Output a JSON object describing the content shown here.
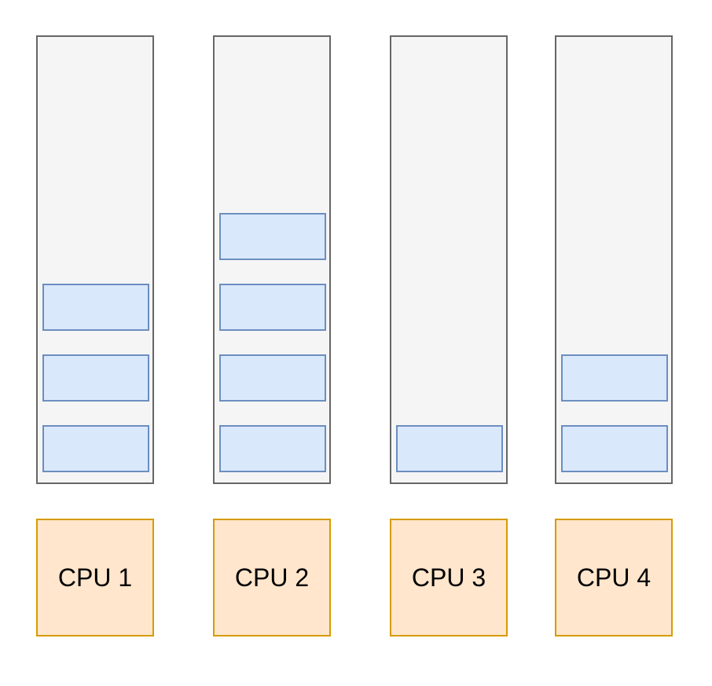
{
  "diagram": {
    "colors": {
      "queue_fill": "#f5f5f5",
      "queue_stroke": "#666666",
      "task_fill": "#dae8fc",
      "task_stroke": "#6c8ebf",
      "cpu_fill": "#ffe6cc",
      "cpu_stroke": "#d79b00"
    },
    "columns": [
      {
        "cpu_label": "CPU 1",
        "task_count": 3
      },
      {
        "cpu_label": "CPU 2",
        "task_count": 4
      },
      {
        "cpu_label": "CPU 3",
        "task_count": 1
      },
      {
        "cpu_label": "CPU 4",
        "task_count": 2
      }
    ]
  }
}
